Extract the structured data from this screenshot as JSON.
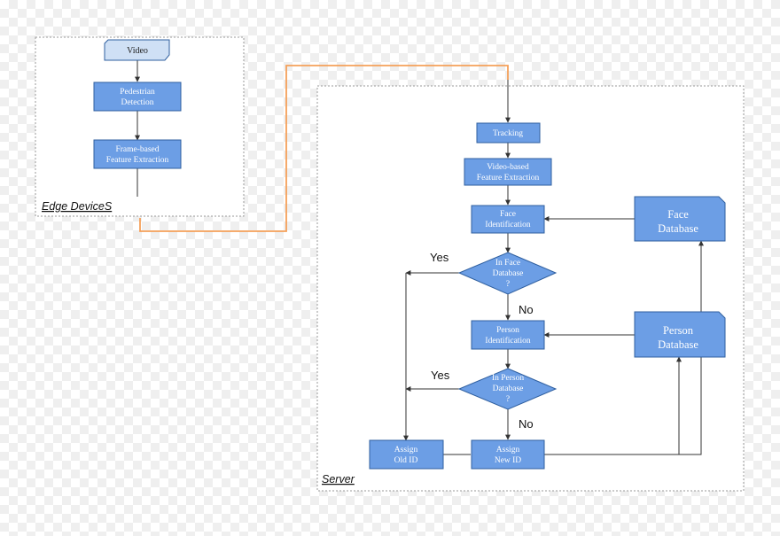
{
  "diagram": {
    "regions": {
      "edge": "Edge DeviceS",
      "server": "Server"
    },
    "nodes": {
      "video": [
        "Video"
      ],
      "pedestrian": [
        "Pedestrian",
        "Detection"
      ],
      "frame_feature": [
        "Frame-based",
        "Feature Extraction"
      ],
      "tracking": [
        "Tracking"
      ],
      "video_feature": [
        "Video-based",
        "Feature Extraction"
      ],
      "face_id": [
        "Face",
        "Identification"
      ],
      "in_face_db": [
        "In Face",
        "Database",
        "?"
      ],
      "person_id": [
        "Person",
        "Identification"
      ],
      "in_person_db": [
        "In Person",
        "Database",
        "?"
      ],
      "assign_old": [
        "Assign",
        "Old ID"
      ],
      "assign_new": [
        "Assign",
        "New ID"
      ],
      "face_db": [
        "Face",
        "Database"
      ],
      "person_db": [
        "Person",
        "Database"
      ]
    },
    "edge_labels": {
      "face_yes": "Yes",
      "face_no": "No",
      "person_yes": "Yes",
      "person_no": "No"
    },
    "colors": {
      "box_fill": "#6c9ee5",
      "box_stroke": "#2f5f9f",
      "video_fill": "#cfe0f5",
      "transfer_line": "#f5a05a"
    }
  }
}
